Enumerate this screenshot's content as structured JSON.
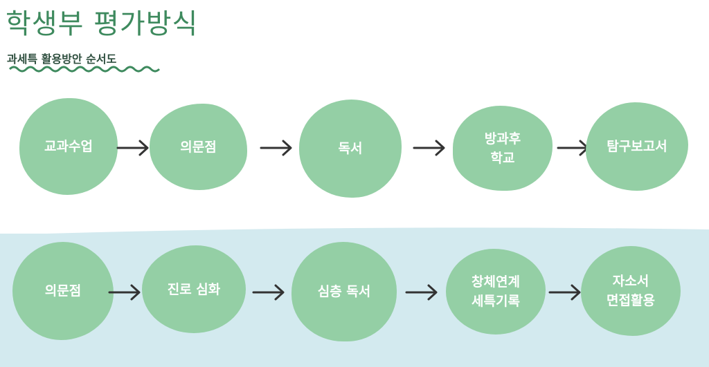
{
  "header": {
    "title": "학생부 평가방식",
    "subtitle": "과세특 활용방안 순서도"
  },
  "colors": {
    "title": "#3e8a5e",
    "blob": "#94cfa5",
    "band": "#d3eaef",
    "arrow": "#333333",
    "wavy": "#3e8a5e"
  },
  "row1": {
    "nodes": [
      {
        "lines": [
          "교과수업"
        ]
      },
      {
        "lines": [
          "의문점"
        ]
      },
      {
        "lines": [
          "독서"
        ]
      },
      {
        "lines": [
          "방과후",
          "학교"
        ]
      },
      {
        "lines": [
          "탐구보고서"
        ]
      }
    ]
  },
  "row2": {
    "nodes": [
      {
        "lines": [
          "의문점"
        ]
      },
      {
        "lines": [
          "진로 심화"
        ]
      },
      {
        "lines": [
          "심층 독서"
        ]
      },
      {
        "lines": [
          "창체연계",
          "세특기록"
        ]
      },
      {
        "lines": [
          "자소서",
          "면접활용"
        ]
      }
    ]
  }
}
